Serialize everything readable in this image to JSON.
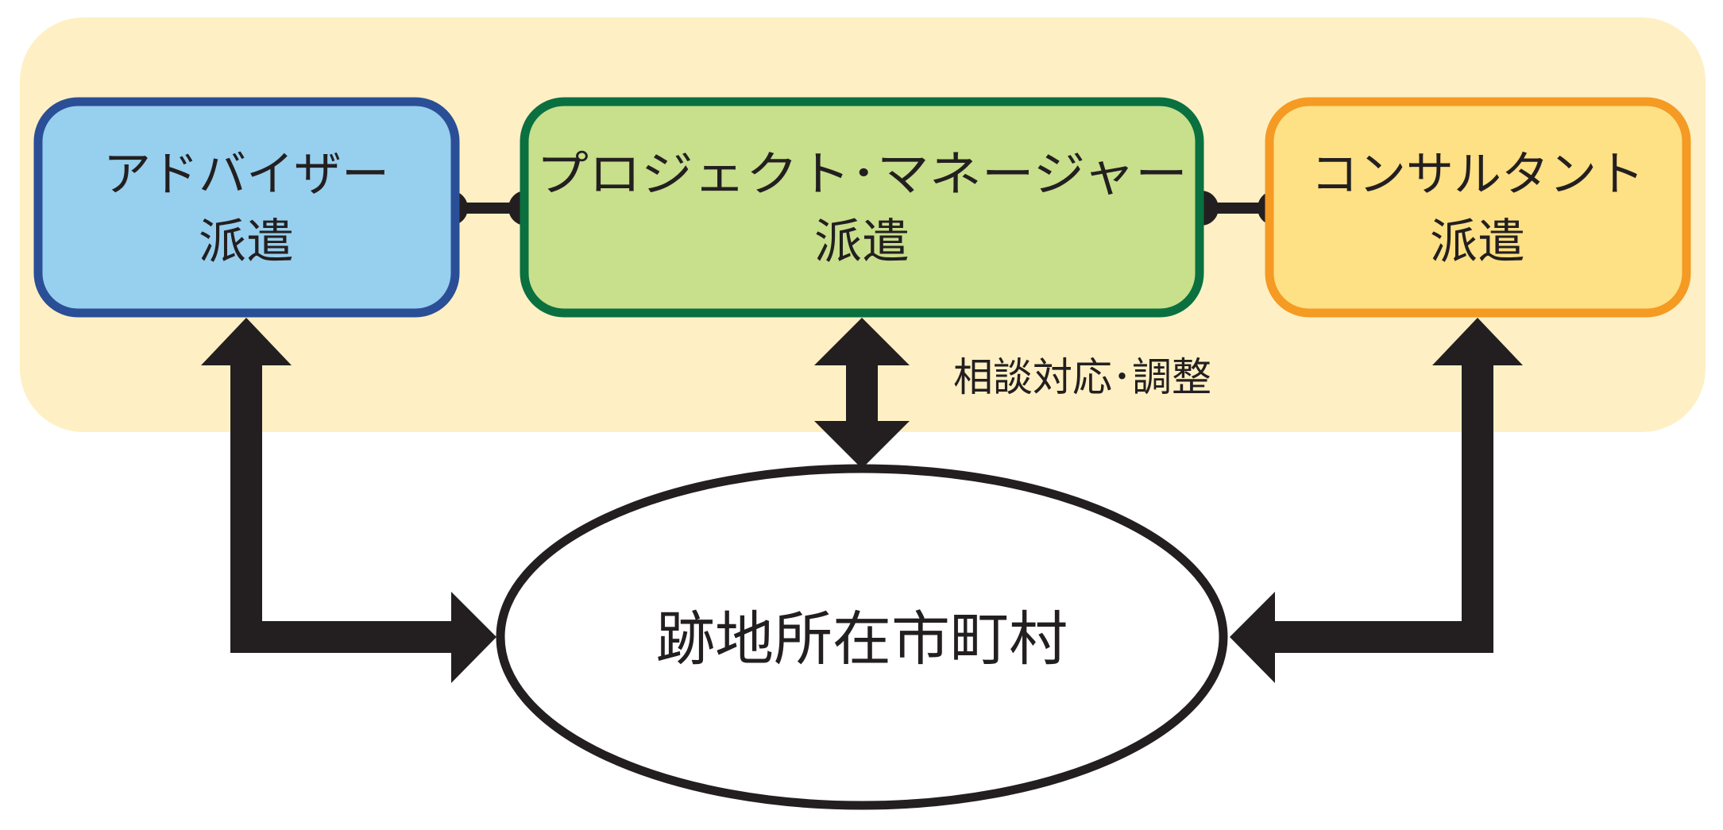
{
  "nodes": {
    "advisor": {
      "line1": "アドバイザー",
      "line2": "派遣",
      "fill": "#97cfee",
      "stroke": "#2a4f97"
    },
    "project_manager": {
      "line1": "プロジェクト･マネージャー",
      "line2": "派遣",
      "fill": "#c8df8c",
      "stroke": "#0a7040"
    },
    "consultant": {
      "line1": "コンサルタント",
      "line2": "派遣",
      "fill": "#fee085",
      "stroke": "#f59a23"
    },
    "municipality": {
      "label": "跡地所在市町村",
      "fill": "#ffffff",
      "stroke": "#231f20"
    }
  },
  "edge_labels": {
    "consultation": "相談対応･調整"
  },
  "colors": {
    "background_panel": "#fef0c4",
    "arrow": "#231f20",
    "connector": "#231f20"
  }
}
